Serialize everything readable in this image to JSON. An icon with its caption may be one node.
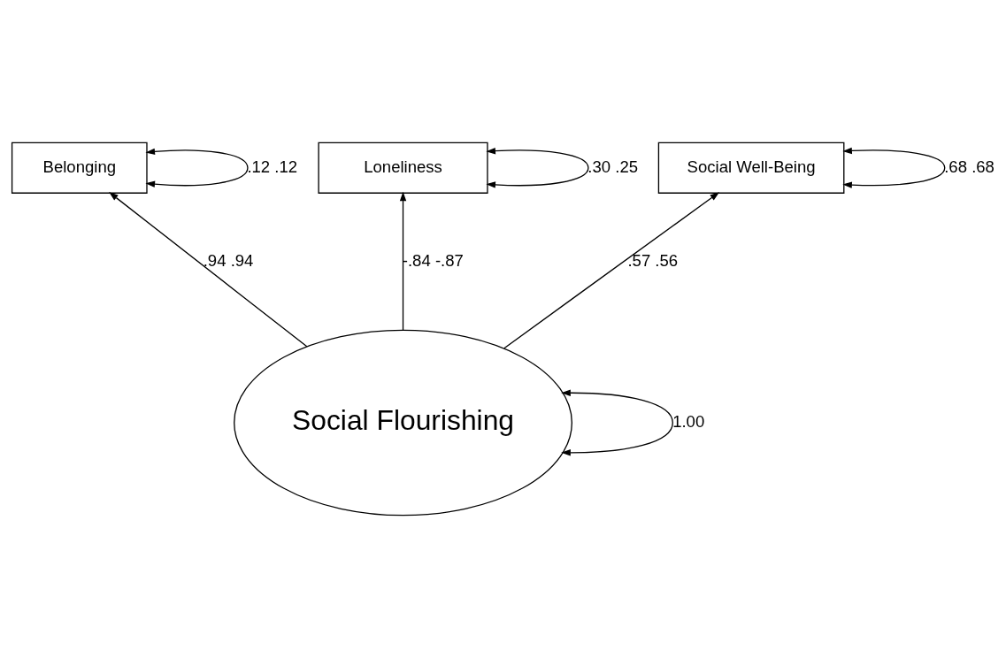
{
  "diagram": {
    "nodes": [
      {
        "text": [
          "Belonging"
        ]
      },
      {
        "text": [
          "Loneliness"
        ]
      },
      {
        "text": [
          "Social Well-Being"
        ]
      },
      {
        "text": [
          "Social Flourishing"
        ]
      }
    ],
    "edges": [
      {
        "from": 0,
        "to": 0,
        "arrow": "both",
        "label": ".12 .12"
      },
      {
        "from": 1,
        "to": 1,
        "arrow": "both",
        "label": ".30 .25"
      },
      {
        "from": 2,
        "to": 2,
        "arrow": "both",
        "label": ".68 .68"
      },
      {
        "from": 3,
        "to": 0,
        "arrow": "to",
        "label": ".94 .94"
      },
      {
        "from": 3,
        "to": 1,
        "arrow": "to",
        "label": "-.84 -.87"
      },
      {
        "from": 3,
        "to": 2,
        "arrow": "to",
        "label": ".57 .56"
      },
      {
        "from": 3,
        "to": 3,
        "arrow": "both",
        "label": "1.00"
      }
    ]
  }
}
